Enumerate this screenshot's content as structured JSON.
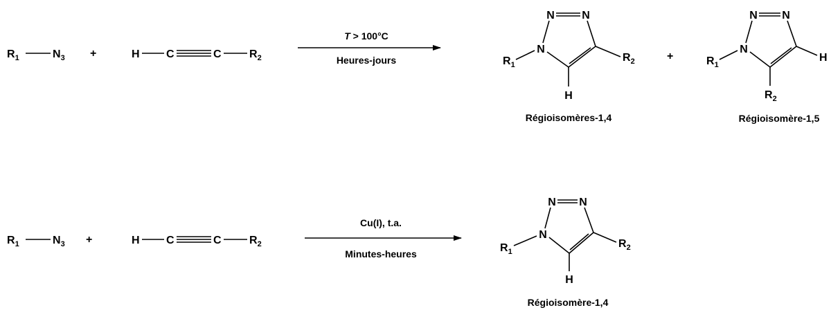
{
  "atoms": {
    "r": "R",
    "n": "N",
    "h": "H",
    "c": "C",
    "one": "1",
    "two": "2",
    "three": "3"
  },
  "plus": "+",
  "reaction_thermal": {
    "temp_italic": "T",
    "temp_rest": " > 100°C",
    "time": "Heures-jours",
    "product_14_caption": "Régioisomères-1,4",
    "product_15_caption": "Régioisomère-1,5"
  },
  "reaction_cuaac": {
    "catalyst": "Cu(I), t.a.",
    "time": "Minutes-heures",
    "product_caption": "Régioisomère-1,4"
  }
}
